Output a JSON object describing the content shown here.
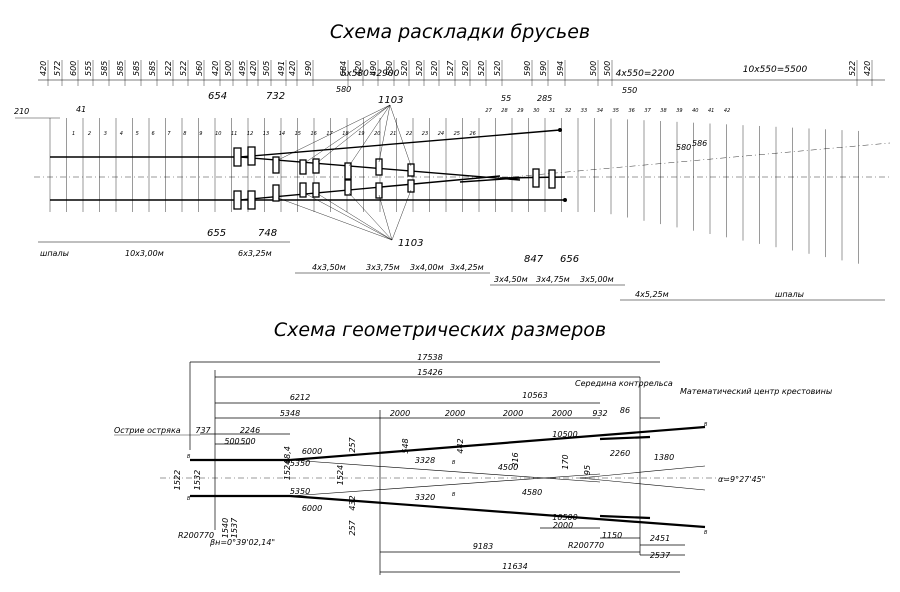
{
  "top": {
    "title": "Схема раскладки брусьев",
    "spacings": [
      "420",
      "572",
      "600",
      "555",
      "585",
      "585",
      "585",
      "585",
      "522",
      "522",
      "560",
      "420",
      "500",
      "495",
      "420",
      "505",
      "491",
      "420",
      "590",
      "584",
      "420",
      "490",
      "550",
      "520",
      "520",
      "520",
      "527",
      "520",
      "520",
      "520",
      "590",
      "590",
      "594",
      "500",
      "500",
      "522",
      "420"
    ],
    "group_labels": [
      "5x580=2900",
      "4x550=2200",
      "10x550=5500"
    ],
    "dims": [
      "210",
      "41",
      "654",
      "732",
      "580",
      "1103",
      "55",
      "285",
      "550",
      "580",
      "586",
      "655",
      "748",
      "1103",
      "847",
      "656"
    ],
    "bottom_groups": [
      "шпалы",
      "10x3,00м",
      "6x3,25м",
      "4x3,50м",
      "3x3,75м",
      "3x4,00м",
      "3x4,25м",
      "3x4,50м",
      "3x4,75м",
      "3x5,00м",
      "4x5,25м",
      "шпалы"
    ],
    "numbers": [
      "1",
      "2",
      "3",
      "4",
      "5",
      "6",
      "7",
      "8",
      "9",
      "10",
      "11",
      "12",
      "13",
      "14",
      "15",
      "16",
      "17",
      "18",
      "19",
      "20",
      "21",
      "22",
      "23",
      "24",
      "25",
      "26",
      "27",
      "28",
      "29",
      "30",
      "31",
      "32",
      "33",
      "34",
      "35",
      "36",
      "37",
      "38",
      "39",
      "40",
      "41",
      "42"
    ]
  },
  "bottom": {
    "title": "Схема геометрических размеров",
    "labels": {
      "point": "Острие остряка",
      "check_mid": "Середина\nконтррельса",
      "math_center": "Математический\nцентр крестовины",
      "alpha": "α=9°27'45\"",
      "beta": "βн=0°39'02,14\"",
      "radius1": "R200770",
      "radius2": "R200770"
    },
    "dims": [
      "17538",
      "15426",
      "10563",
      "6212",
      "5348",
      "2000",
      "2000",
      "2000",
      "2000",
      "932",
      "86",
      "737",
      "2246",
      "500",
      "500",
      "1522",
      "1532",
      "1524",
      "1540",
      "1537",
      "68,4",
      "257",
      "257",
      "1524",
      "432",
      "548",
      "442",
      "316",
      "170",
      "95",
      "2260",
      "1380",
      "10500",
      "10500",
      "3328",
      "3320",
      "4500",
      "4580",
      "6000",
      "6000",
      "5350",
      "5350",
      "2000",
      "1150",
      "2451",
      "2537",
      "9183",
      "11634"
    ],
    "b_markers": [
      "B",
      "B",
      "B",
      "B",
      "B",
      "B"
    ]
  }
}
